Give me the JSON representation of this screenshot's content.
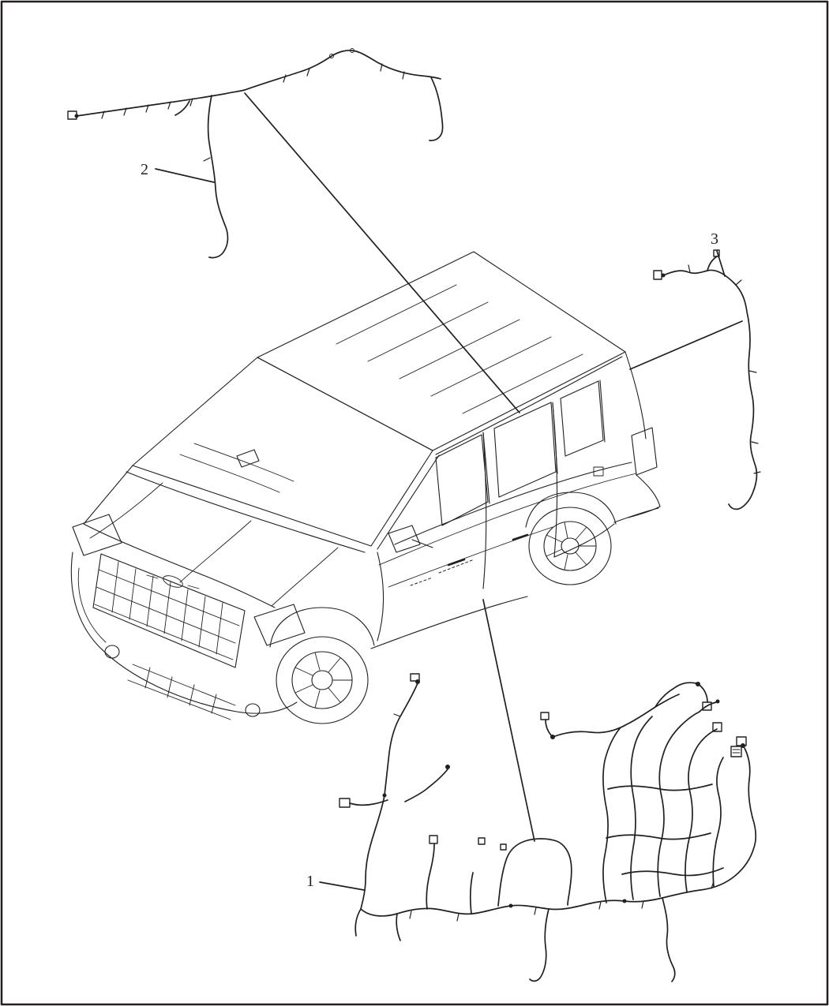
{
  "figure": {
    "background": "#ffffff",
    "line_color": "#231f20",
    "callouts": [
      {
        "label": "1"
      },
      {
        "label": "2"
      },
      {
        "label": "3"
      }
    ]
  }
}
